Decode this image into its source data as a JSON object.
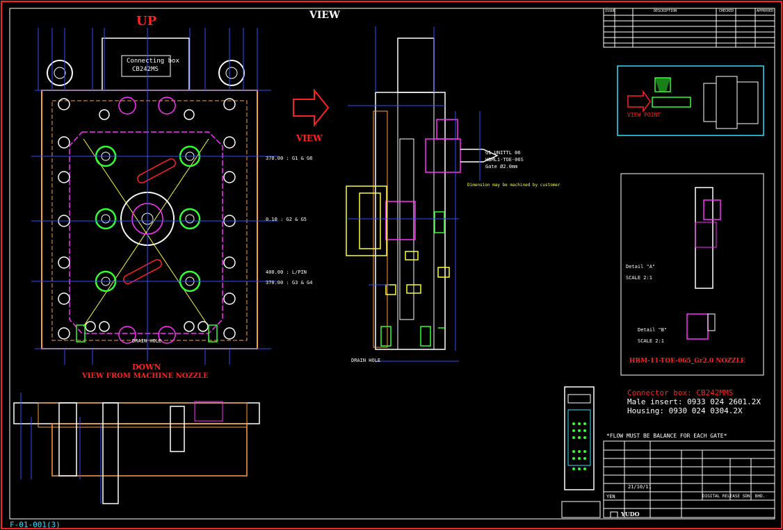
{
  "drawing": {
    "sheet_id": "F-01-001(3)",
    "up_label": "UP",
    "down_label": "DOWN",
    "view_from_nozzle": "VIEW FROM MACHINE NOZZLE",
    "view_label": "VIEW",
    "view_arrow_label": "VIEW",
    "connector_box_label": "Connecting box",
    "connector_box_code": "CB242MS",
    "connector_info_title": "Connector box: CB242MMS",
    "male_insert": "Male insert: 0933 024 2601.2X",
    "housing": "Housing: 0930 024 0304.2X",
    "flow_note": "*FLOW MUST BE BALANCE FOR EACH GATE*",
    "view_point": "VIEW POINT",
    "nozzle_title": "HBM-11-TOE-065_Gr2.0 NOZZLE",
    "detail_a": "Detail \"A\"",
    "detail_b": "Detail \"B\"",
    "scale_a": "SCALE 2:1",
    "scale_b": "SCALE 2:1",
    "gate_note": "G1 UNITTL 06",
    "gate_note2": "HBML1-TOE-06S",
    "gate_note3": "Gate Ø2.0mm",
    "machined_note": "Dimension may be machined by customer",
    "drain_hole_front": "DRAIN HOLE",
    "drain_hole_side": "DRAIN HOLE",
    "cl_labels": {
      "g1g6": "370.00 : G1 & G6",
      "g2g5": "0.10 : G2 & G5",
      "lpin": "400.00 : L/PIN",
      "g3g4": "370.00 : G3 & G4"
    },
    "company": "YUDO",
    "release": "DIGITAL RELEASE SDN. BHD.",
    "date": "21/10/11",
    "revision": "YEN"
  },
  "title_table_rows": [
    "ISSUE",
    "DESCRIPTION",
    "CHECKED",
    "APPROVED"
  ],
  "colors": {
    "background": "#000000",
    "frame": "#ff2020",
    "plate": "#ffa040",
    "dim": "#3050ff",
    "text_cyan": "#30e0ff",
    "green": "#30ff30",
    "magenta": "#ff30ff",
    "yellow": "#ffff30"
  }
}
